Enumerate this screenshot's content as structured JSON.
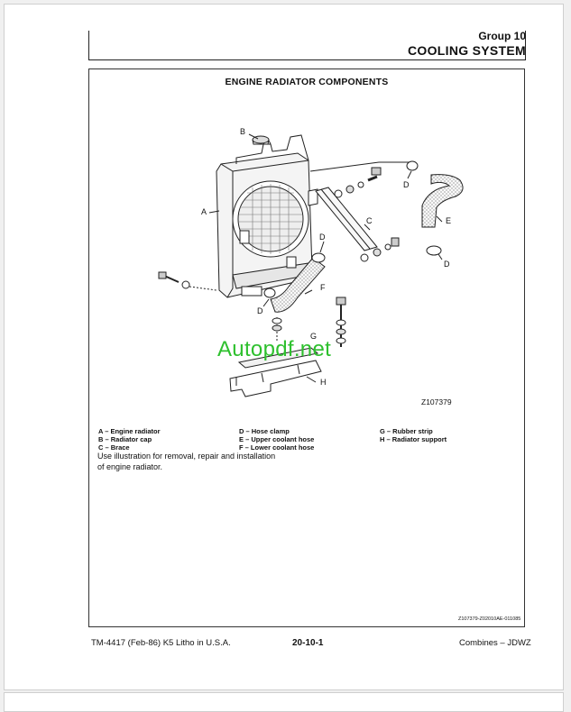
{
  "header": {
    "group": "Group 10",
    "section": "COOLING SYSTEM"
  },
  "figure": {
    "title": "ENGINE RADIATOR COMPONENTS",
    "figure_id": "Z107379",
    "callouts": {
      "A": "A",
      "B": "B",
      "C": "C",
      "D": "D",
      "E": "E",
      "F": "F",
      "G": "G",
      "H": "H"
    }
  },
  "watermark": "Autopdf.net",
  "legend": {
    "col1": [
      "A – Engine radiator",
      "B – Radiator cap",
      "C – Brace"
    ],
    "col2": [
      "D – Hose clamp",
      "E – Upper coolant hose",
      "F – Lower coolant hose"
    ],
    "col3": [
      "G – Rubber strip",
      "H – Radiator support"
    ]
  },
  "caption": "Use illustration for removal, repair and installation of engine radiator.",
  "doc_code": "Z107379-Z02010AE-011085",
  "footer": {
    "left": "TM-4417 (Feb-86) K5  Litho in U.S.A.",
    "center": "20-10-1",
    "right": "Combines – JDWZ"
  }
}
